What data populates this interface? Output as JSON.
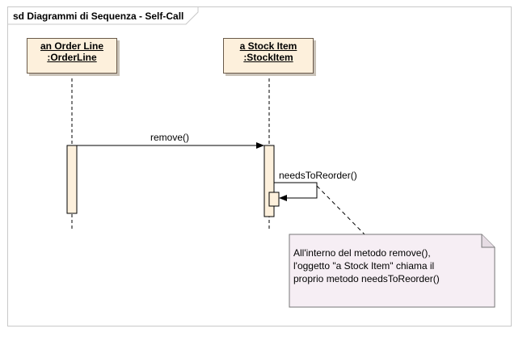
{
  "frame": {
    "title": "sd Diagrammi di Sequenza - Self-Call"
  },
  "lifelines": [
    {
      "name_line1": "an Order Line",
      "name_line2": ":OrderLine"
    },
    {
      "name_line1": "a Stock Item",
      "name_line2": ":StockItem"
    }
  ],
  "messages": [
    {
      "label": "remove()",
      "from": "an Order Line",
      "to": "a Stock Item"
    },
    {
      "label": "needsToReorder()",
      "from": "a Stock Item",
      "to": "a Stock Item"
    }
  ],
  "note": {
    "lines": [
      "All'interno del metodo remove(),",
      "l'oggetto \"a Stock Item\" chiama il",
      "proprio metodo needsToReorder()"
    ]
  },
  "colors": {
    "lifeline_fill": "#fdf0dc",
    "note_fill": "#f6eef4",
    "frame_border": "#c8c8c8"
  }
}
